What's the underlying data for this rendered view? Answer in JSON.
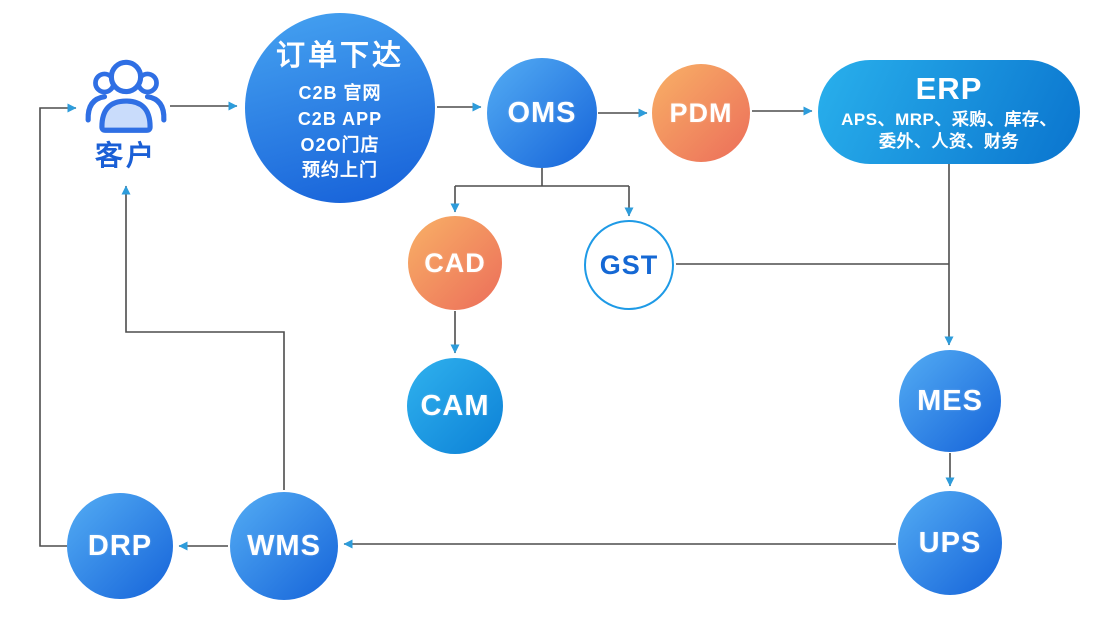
{
  "nodes": {
    "customer": {
      "label": "客户"
    },
    "order": {
      "title": "订单下达",
      "lines": [
        "C2B 官网",
        "C2B APP",
        "O2O门店",
        "预约上门"
      ]
    },
    "oms": {
      "label": "OMS"
    },
    "pdm": {
      "label": "PDM"
    },
    "erp": {
      "title": "ERP",
      "sub_line1": "APS、MRP、采购、库存、",
      "sub_line2": "委外、人资、财务"
    },
    "cad": {
      "label": "CAD"
    },
    "gst": {
      "label": "GST"
    },
    "cam": {
      "label": "CAM"
    },
    "mes": {
      "label": "MES"
    },
    "ups": {
      "label": "UPS"
    },
    "wms": {
      "label": "WMS"
    },
    "drp": {
      "label": "DRP"
    }
  },
  "colors": {
    "line": "#4d4d4d",
    "arrow": "#2d9cdb",
    "blue_start": "#54adf4",
    "blue_end": "#1563d9",
    "order_start": "#46a3f1",
    "order_end": "#155fd8",
    "orange_start": "#f8b166",
    "orange_end": "#ec6d5a",
    "cyan_start": "#30b2ee",
    "cyan_end": "#0c80d6",
    "erp_start": "#29b0ec",
    "erp_end": "#0a74ce",
    "gst_border": "#1e9ae6",
    "gst_text": "#1568d4",
    "customer_stroke": "#2f6fe4",
    "customer_fill": "#c9dcfb",
    "label_blue": "#1a5fd6"
  }
}
